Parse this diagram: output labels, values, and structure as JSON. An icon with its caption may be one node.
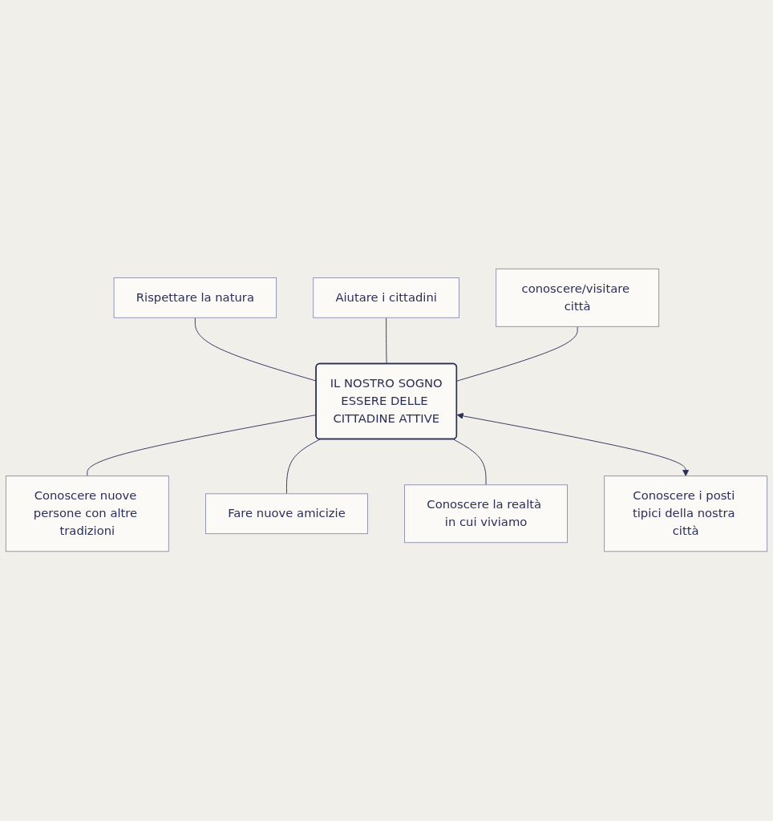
{
  "diagram": {
    "nodes": [
      {
        "text": [
          "IL NOSTRO SOGNO",
          "ESSERE DELLE CITTADINE ATTIVE"
        ]
      },
      {
        "text": [
          "Aiutare i cittadini"
        ]
      },
      {
        "text": [
          "Rispettare la natura"
        ]
      },
      {
        "text": [
          "conoscere/visitare città"
        ]
      },
      {
        "text": [
          "Conoscere nuove persone con altre tradizioni"
        ]
      },
      {
        "text": [
          "Fare nuove amicizie"
        ]
      },
      {
        "text": [
          "Conoscere i posti tipici della nostra città"
        ]
      },
      {
        "text": [
          "Conoscere la realtà in cui viviamo"
        ]
      }
    ],
    "edges": [
      {
        "from": 0,
        "to": 2,
        "arrow": "none"
      },
      {
        "from": 0,
        "to": 1,
        "arrow": "none"
      },
      {
        "from": 0,
        "to": 3,
        "arrow": "none"
      },
      {
        "from": 0,
        "to": 4,
        "arrow": "none"
      },
      {
        "from": 0,
        "to": 5,
        "arrow": "none"
      },
      {
        "from": 0,
        "to": 7,
        "arrow": "none"
      },
      {
        "from": 0,
        "to": 6,
        "arrow": "both"
      }
    ]
  }
}
